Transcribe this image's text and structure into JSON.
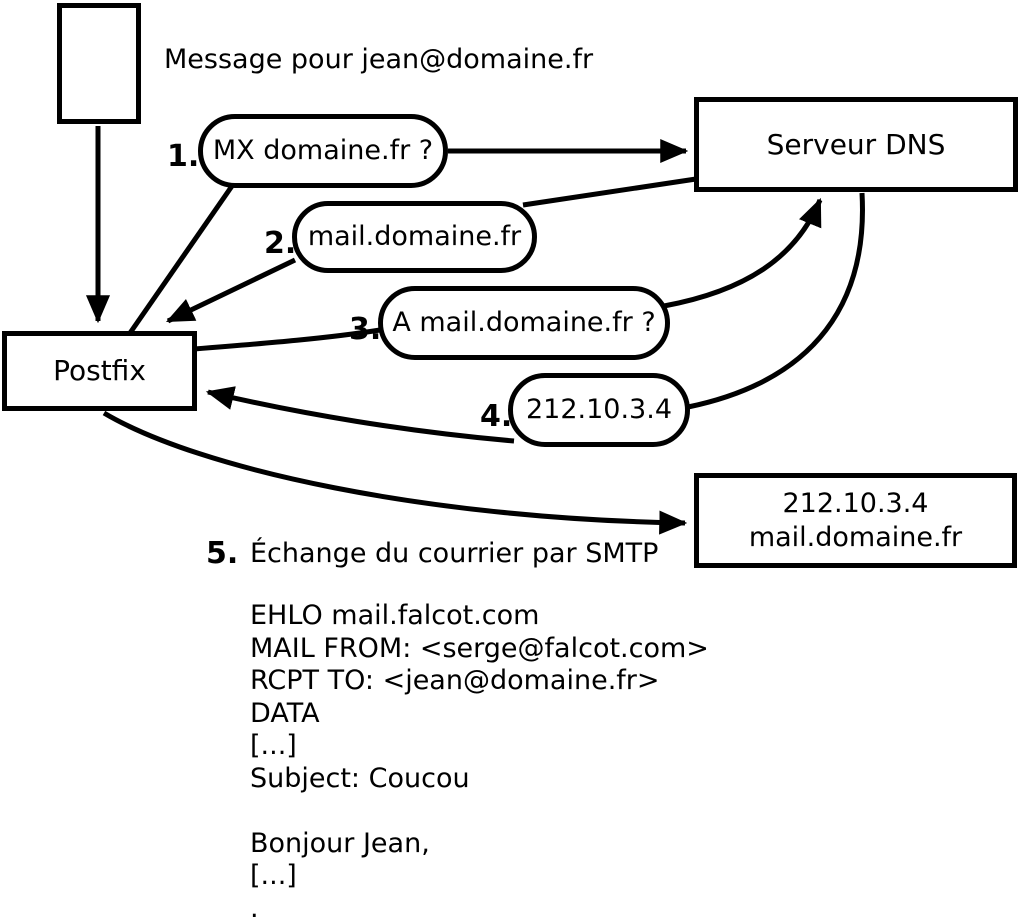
{
  "colors": {
    "ink": "#000000",
    "background": "#ffffff"
  },
  "labels": {
    "message": "Message pour jean@domaine.fr"
  },
  "nodes": {
    "postfix": "Postfix",
    "dns": "Serveur DNS",
    "mailserver_line1": "212.10.3.4",
    "mailserver_line2": "mail.domaine.fr"
  },
  "steps": [
    {
      "num": "1.",
      "label": "MX domaine.fr ?"
    },
    {
      "num": "2.",
      "label": "mail.domaine.fr"
    },
    {
      "num": "3.",
      "label": "A mail.domaine.fr ?"
    },
    {
      "num": "4.",
      "label": "212.10.3.4"
    },
    {
      "num": "5.",
      "label": "Échange du courrier par SMTP"
    }
  ],
  "smtp": {
    "lines": [
      "EHLO mail.falcot.com",
      "MAIL FROM: <serge@falcot.com>",
      "RCPT TO: <jean@domaine.fr>",
      "DATA",
      "[...]",
      "Subject: Coucou",
      "",
      "Bonjour Jean,",
      "[...]",
      "."
    ]
  }
}
